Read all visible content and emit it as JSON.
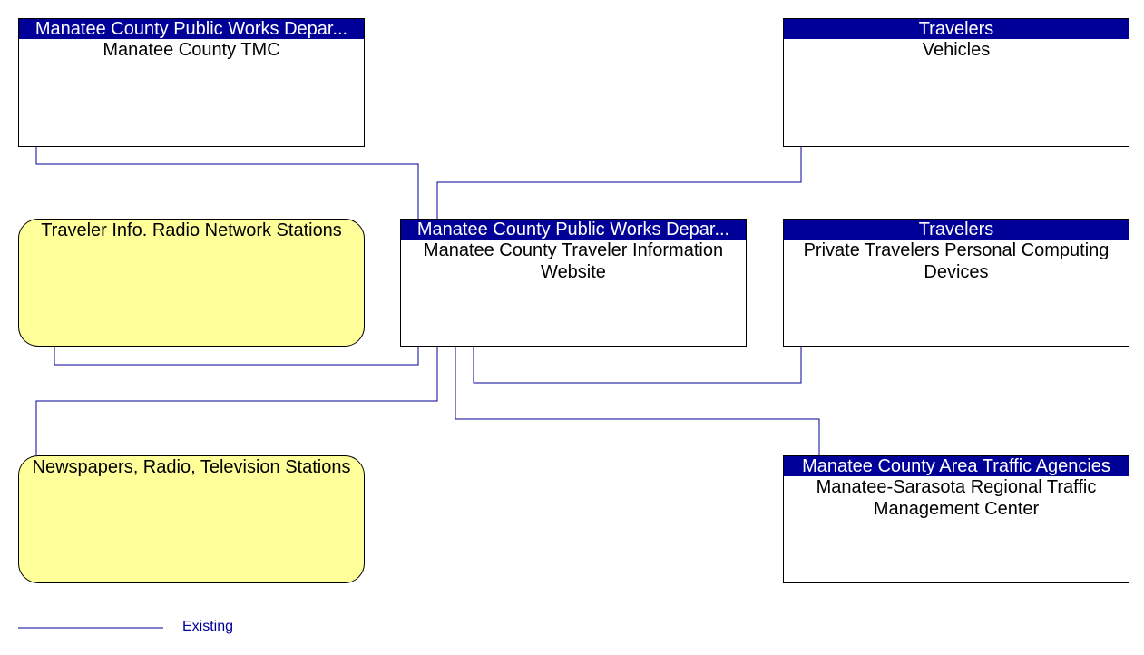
{
  "nodes": {
    "manatee_tmc": {
      "owner": "Manatee County Public Works Depar...",
      "label": "Manatee County TMC"
    },
    "vehicles": {
      "owner": "Travelers",
      "label": "Vehicles"
    },
    "radio_stations": {
      "label": "Traveler Info. Radio Network Stations"
    },
    "traveler_website": {
      "owner": "Manatee County Public Works Depar...",
      "label": "Manatee County Traveler Information Website"
    },
    "personal_devices": {
      "owner": "Travelers",
      "label": "Private Travelers Personal Computing Devices"
    },
    "media": {
      "label": "Newspapers, Radio, Television Stations"
    },
    "rtmc": {
      "owner": "Manatee County Area Traffic Agencies",
      "label": "Manatee-Sarasota Regional Traffic Management Center"
    }
  },
  "legend": {
    "existing_label": "Existing"
  },
  "colors": {
    "header_fill": "#000099",
    "header_text": "#ffffff",
    "terminator_fill": "#ffff99",
    "connector": "#000099"
  }
}
